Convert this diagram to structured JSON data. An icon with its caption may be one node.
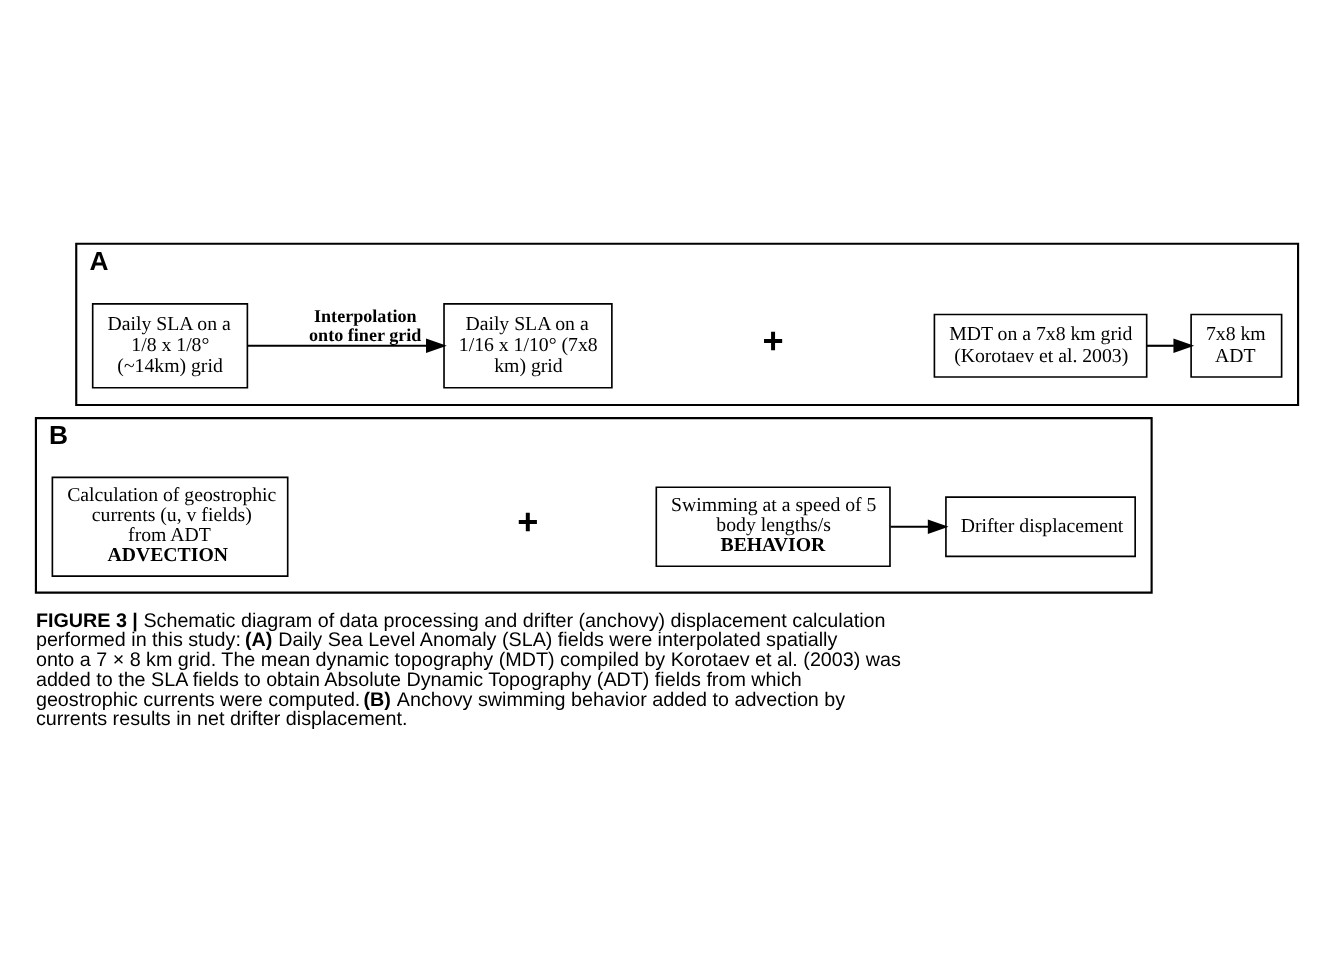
{
  "diagram": {
    "caption": "**FIGURE 3 |** Schematic diagram of data processing and drifter (anchovy) displacement calculation performed in this study: **(A)** Daily Sea Level Anomaly (SLA) fields were interpolated spatially onto a 7 × 8 km grid. The mean dynamic topography (MDT) compiled by Korotaev et al. (2003) was added to the SLA fields to obtain Absolute Dynamic Topography (ADT) fields from which geostrophic currents were computed. **(B)** Anchovy swimming behavior added to advection by currents results in net drifter displacement.",
    "nodes": [
      {
        "text": [
          "A"
        ]
      },
      {
        "text": [
          "Daily SLA on a 1/8 x 1/8° (~14km) grid"
        ],
        "in": 0
      },
      {
        "text": [
          "Daily SLA on a 1/16 x 1/10° (7x8 km) grid"
        ],
        "in": 0
      },
      {
        "text": [
          "MDT on a 7x8 km grid (Korotaev et al. 2003)"
        ],
        "in": 0
      },
      {
        "text": [
          "7x8 km ADT"
        ],
        "in": 0
      },
      {
        "text": [
          "B"
        ]
      },
      {
        "text": [
          "Calculation of geostrophic currents (u, v fields) from ADT",
          "ADVECTION"
        ],
        "in": 5
      },
      {
        "text": [
          "Swimming at a speed of 5 body lengths/s",
          "BEHAVIOR"
        ],
        "in": 5
      },
      {
        "text": [
          "Drifter displacement"
        ],
        "in": 5
      }
    ],
    "edges": [
      {
        "from": 1,
        "to": 2,
        "arrow": "to",
        "label": "Interpolation onto finer grid"
      },
      {
        "from": 3,
        "to": 4,
        "arrow": "to"
      },
      {
        "from": 7,
        "to": 8,
        "arrow": "to"
      }
    ],
    "labels": [
      "+",
      "+"
    ]
  }
}
